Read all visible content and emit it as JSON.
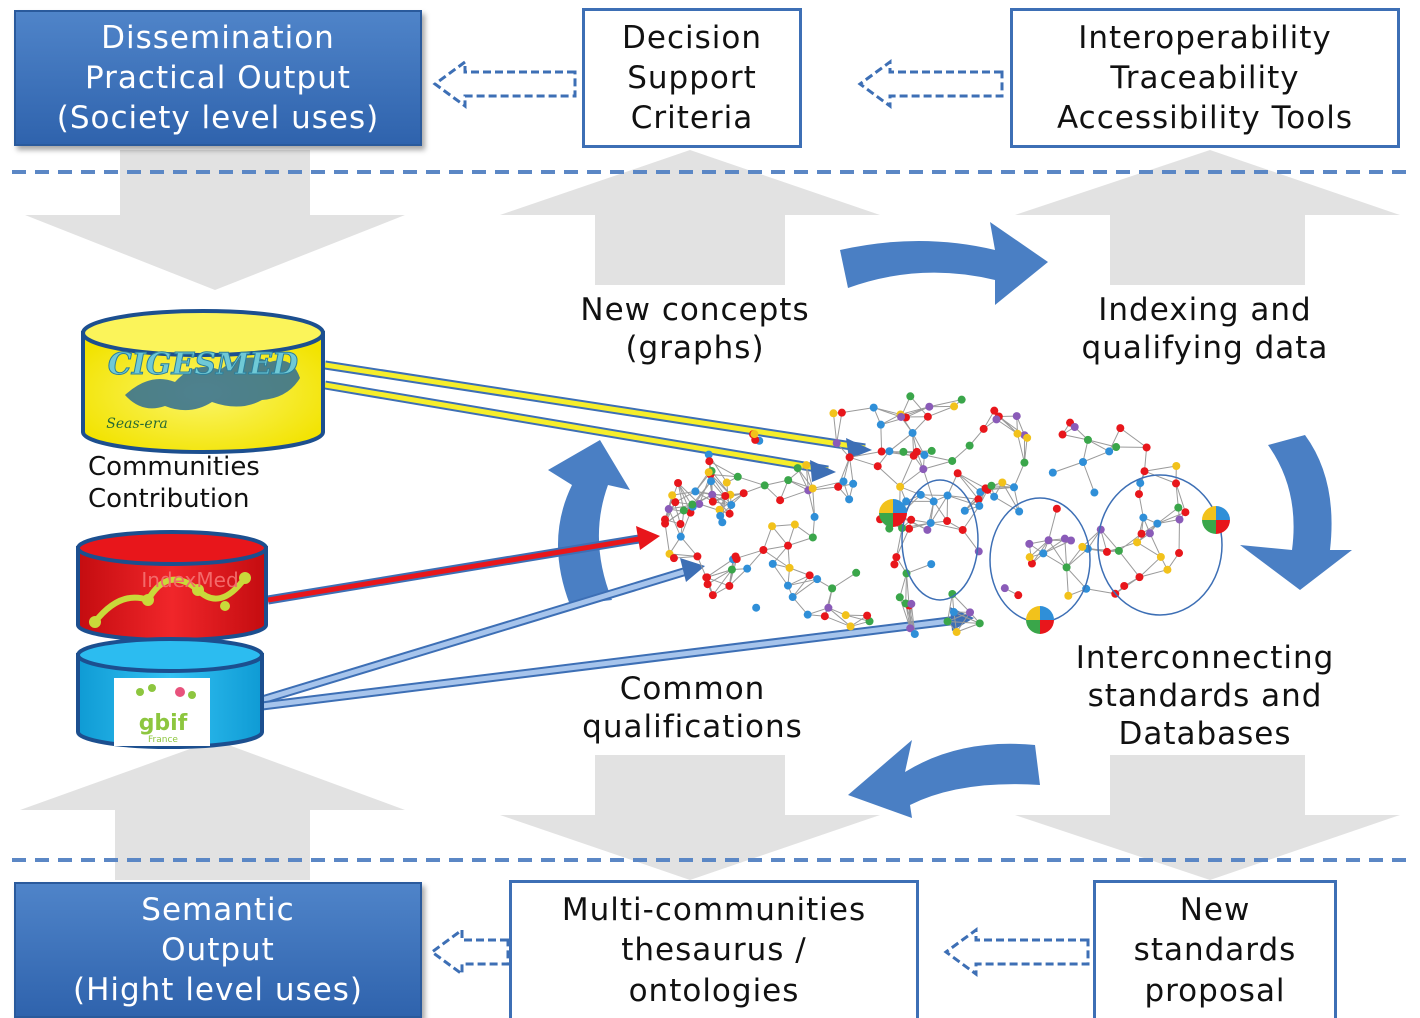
{
  "top_row": {
    "dissemination": "Dissemination\nPractical Output\n(Society level uses)",
    "decision": "Decision\nSupport\nCriteria",
    "interoperability": "Interoperability\nTraceability\nAccessibility Tools"
  },
  "bottom_row": {
    "semantic": "Semantic\nOutput\n(Hight level uses)",
    "thesaurus": "Multi-communities\nthesaurus /\nontologies",
    "standards": "New\nstandards\nproposal"
  },
  "middle": {
    "new_concepts": "New concepts\n(graphs)",
    "indexing": "Indexing and\nqualifying data",
    "interconnecting": "Interconnecting\nstandards and\nDatabases",
    "common": "Common\nqualifications",
    "communities": "Communities\nContribution"
  },
  "databases": {
    "cigesmed": {
      "label": "CIGESMED",
      "sublabel": "Seas-era",
      "color": "#f5ec1a"
    },
    "indexmed": {
      "label": "IndexMed",
      "color": "#e8161b"
    },
    "gbif": {
      "label": "gbif",
      "sublabel": "France",
      "color": "#1fb2ec"
    }
  },
  "colors": {
    "dark_blue": "#2f63ad",
    "light_blue": "#4a7fc4",
    "gray_arrow": "#e1e1e1",
    "dashed_line": "#5b87c5"
  }
}
